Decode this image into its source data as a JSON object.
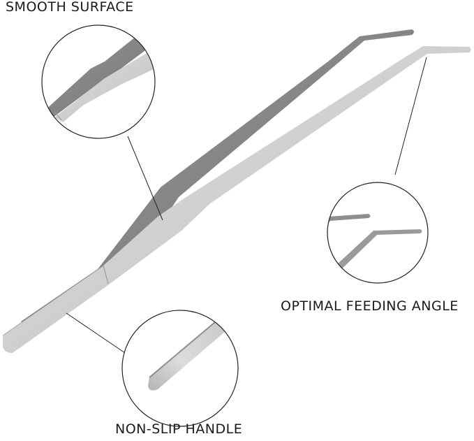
{
  "image": {
    "subject": "Stainless steel curved feeding tweezers",
    "background_color": "#ffffff",
    "metal_light": "#d6d6d8",
    "metal_mid": "#a9a9ac",
    "metal_dark": "#7d7d80",
    "line_color": "#222222"
  },
  "callouts": [
    {
      "id": "smooth-surface",
      "label": "SMOOTH SURFACE"
    },
    {
      "id": "optimal-feeding-angle",
      "label": "OPTIMAL FEEDING ANGLE"
    },
    {
      "id": "non-slip-handle",
      "label": "NON-SLIP HANDLE"
    }
  ]
}
